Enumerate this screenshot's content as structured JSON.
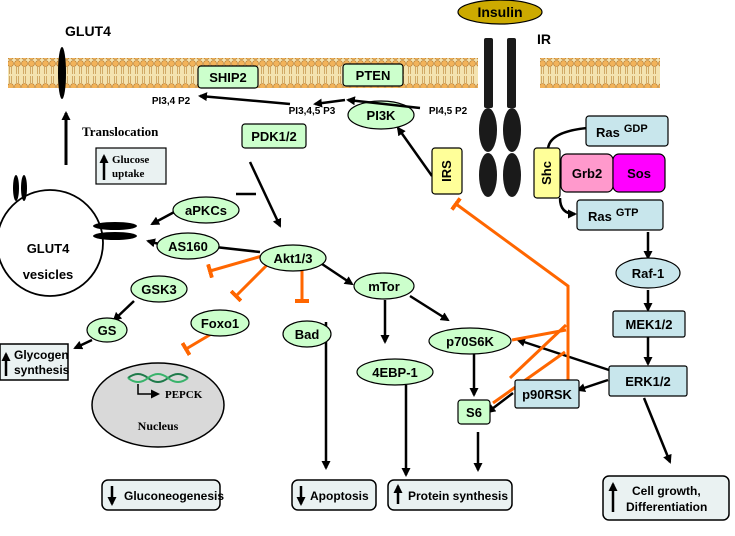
{
  "membrane": {
    "glut4_label": "GLUT4",
    "insulin": "Insulin",
    "ir": "IR",
    "ship2": "SHIP2",
    "pten": "PTEN",
    "pi3k": "PI3K",
    "pip2_left": "PI3,4 P2",
    "pip3": "PI3,4,5 P3",
    "pip2_right": "PI4,5 P2"
  },
  "left": {
    "translocation": "Translocation",
    "glucose_uptake_line1": "Glucose",
    "glucose_uptake_line2": "uptake",
    "glut4_vesicles_line1": "GLUT4",
    "glut4_vesicles_line2": "vesicles"
  },
  "nodes": {
    "pdk": "PDK1/2",
    "apkcs": "aPKCs",
    "as160": "AS160",
    "akt": "Akt1/3",
    "gsk3": "GSK3",
    "gs": "GS",
    "foxo1": "Foxo1",
    "bad": "Bad",
    "mtor": "mTor",
    "p70s6k": "p70S6K",
    "ebp": "4EBP-1",
    "s6": "S6",
    "p90rsk": "p90RSK",
    "irs": "IRS",
    "shc": "Shc",
    "grb2": "Grb2",
    "sos": "Sos",
    "ras_gdp": "Ras",
    "ras_gdp_sup": "GDP",
    "ras_gtp": "Ras",
    "ras_gtp_sup": "GTP",
    "raf1": "Raf-1",
    "mek": "MEK1/2",
    "erk": "ERK1/2"
  },
  "nucleus": {
    "label": "Nucleus",
    "gene": "PEPCK"
  },
  "outcomes": {
    "glycogen_line1": "Glycogen",
    "glycogen_line2": "synthesis",
    "gluconeogenesis": "Gluconeogenesis",
    "apoptosis": "Apoptosis",
    "protein_synthesis": "Protein synthesis",
    "cell_growth_line1": "Cell growth,",
    "cell_growth_line2": "Differentiation"
  },
  "colors": {
    "node_green": "#ccffcc",
    "node_blue": "#c8e6ec",
    "grb2": "#ff99cc",
    "sos": "#ff00ff",
    "irs_shc": "#ffff99",
    "insulin": "#ccaa00",
    "inhibit": "#ff6600",
    "membrane_head": "#f2b35a",
    "membrane_tail": "#e9d28c"
  }
}
